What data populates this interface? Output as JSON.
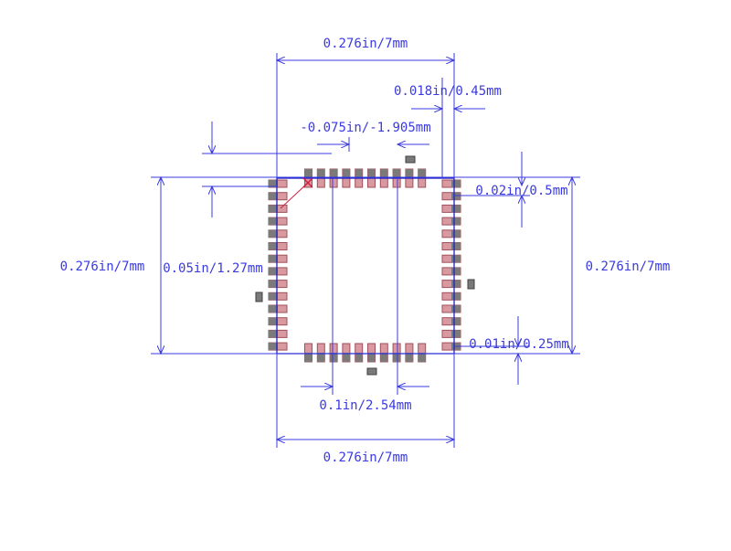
{
  "colors": {
    "dimension": "#3a3ae0",
    "outline": "#2020c8",
    "pad_fill": "#d89aa0",
    "pad_border": "#a0505a",
    "thermal": "#7a7a7a",
    "pin1_marker": "#d02040"
  },
  "package": {
    "pins_per_side": 10,
    "pin1_marker_icon": "x-marker-icon"
  },
  "labels": {
    "top_width": "0.276in/7mm",
    "pad_width": "0.018in/0.45mm",
    "offset": "-0.075in/-1.905mm",
    "left_height": "0.276in/7mm",
    "left_pitch": "0.05in/1.27mm",
    "right_height": "0.276in/7mm",
    "right_pad_length": "0.02in/0.5mm",
    "right_gap": "0.01in/0.25mm",
    "bottom_spacing": "0.1in/2.54mm",
    "bottom_width": "0.276in/7mm"
  }
}
